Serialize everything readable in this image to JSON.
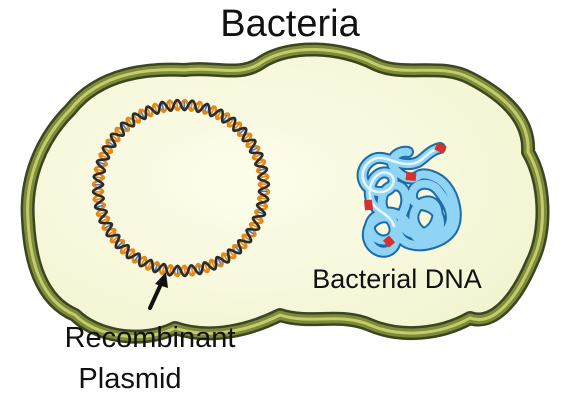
{
  "diagram": {
    "title": "Bacteria",
    "labels": {
      "bacterial_dna": "Bacterial DNA",
      "plasmid_line1": "Recombinant",
      "plasmid_line2": "Plasmid"
    },
    "icons": {
      "cell": "bacterium-cell-icon",
      "plasmid": "plasmid-ring-icon",
      "dna": "coiled-dna-icon",
      "arrow": "pointer-arrow-icon"
    },
    "colors": {
      "cell_wall_outer": "#3b4520",
      "cell_wall_mid": "#7d8a3a",
      "cell_wall_highlight": "#c3cc6a",
      "cytoplasm": "#f7f8d9",
      "plasmid_orange": "#e08a1e",
      "plasmid_dark": "#2d2a2a",
      "plasmid_blue": "#4a78c8",
      "dna_blue": "#8fd3f5",
      "dna_outline": "#1b6ca8",
      "dna_marker": "#d6312b",
      "text": "#111111"
    }
  }
}
